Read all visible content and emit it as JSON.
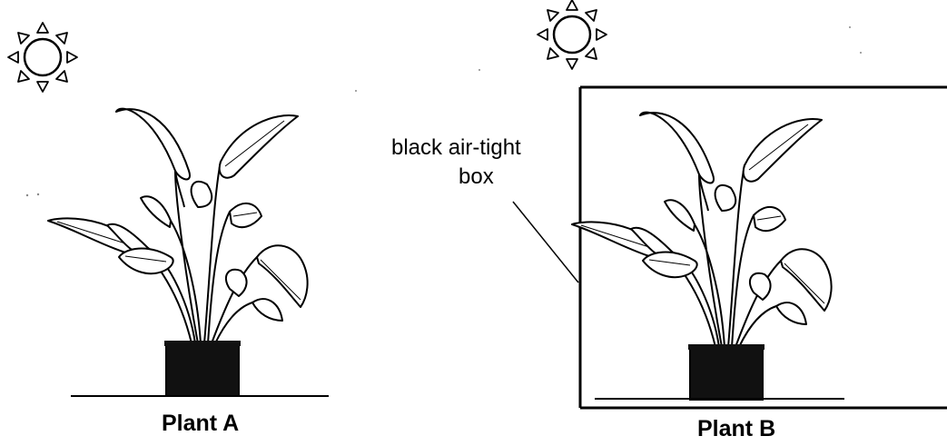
{
  "plant_a": {
    "label": "Plant A"
  },
  "plant_b": {
    "label": "Plant B",
    "box_label_line1": "black air-tight",
    "box_label_line2": "box"
  },
  "colors": {
    "ink": "#000000",
    "pot": "#111111",
    "background": "#ffffff"
  },
  "icons": {
    "sun": "sun-icon",
    "plant": "potted-plant-icon"
  }
}
